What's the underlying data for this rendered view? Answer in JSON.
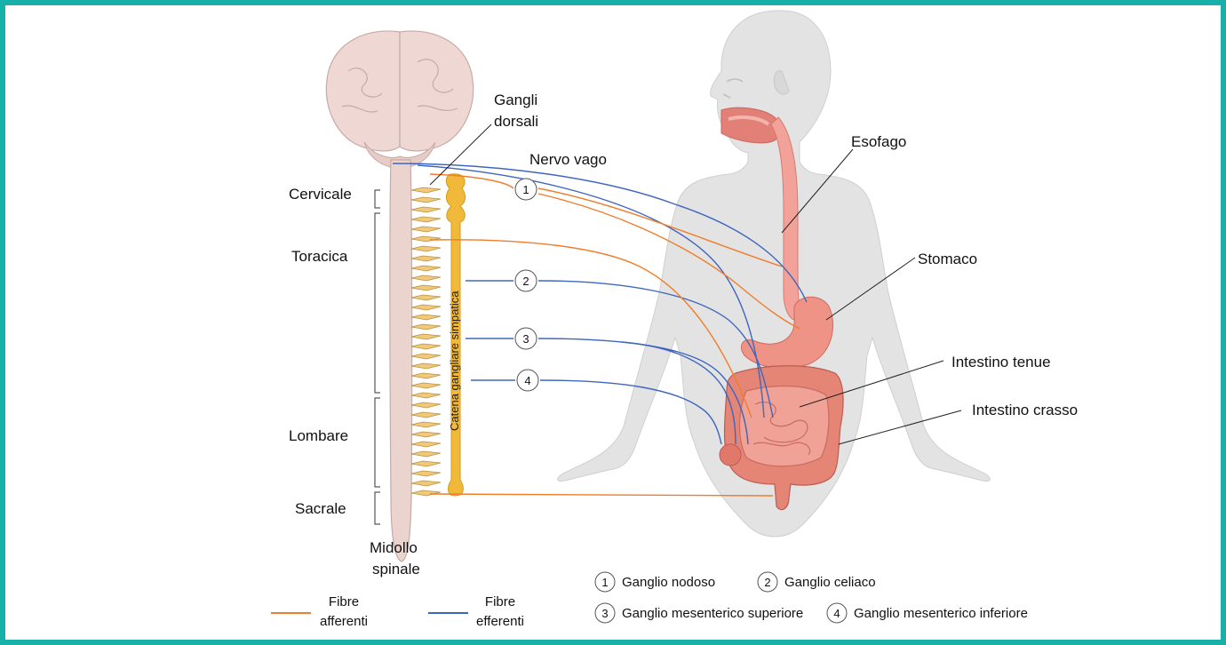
{
  "labels": {
    "gangli_dorsali": [
      "Gangli",
      "dorsali"
    ],
    "nervo_vago": "Nervo vago",
    "cervicale": "Cervicale",
    "toracica": "Toracica",
    "lombare": "Lombare",
    "sacrale": "Sacrale",
    "midollo": [
      "Midollo",
      "spinale"
    ],
    "catena": "Catena gangliare simpatica",
    "esofago": "Esofago",
    "stomaco": "Stomaco",
    "intestino_tenue": "Intestino tenue",
    "intestino_crasso": "Intestino crasso"
  },
  "ganglia_markers": [
    "1",
    "2",
    "3",
    "4"
  ],
  "legend": {
    "afferent": {
      "lines": [
        "Fibre",
        "afferenti"
      ],
      "color": "#ef7d2c"
    },
    "efferent": {
      "lines": [
        "Fibre",
        "efferenti"
      ],
      "color": "#3e66bd"
    },
    "ganglia": [
      {
        "num": "1",
        "name": "Ganglio nodoso"
      },
      {
        "num": "2",
        "name": "Ganglio celiaco"
      },
      {
        "num": "3",
        "name": "Ganglio mesenterico superiore"
      },
      {
        "num": "4",
        "name": "Ganglio mesenterico inferiore"
      }
    ]
  },
  "colors": {
    "border": "#17b1a9",
    "chain": "#f0b93a",
    "spinal_cord": "#e9cfc8",
    "body": "#e2e2e2",
    "organ": "#e8877a"
  }
}
